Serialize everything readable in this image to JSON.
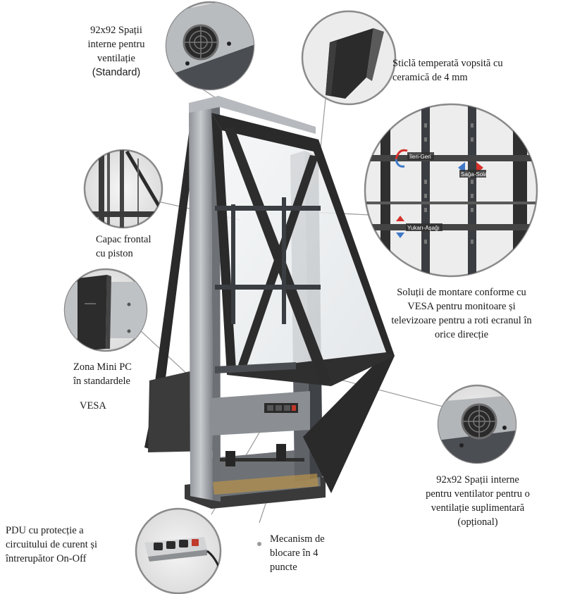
{
  "labels": {
    "fan_top": [
      "92x92 Spații",
      "interne pentru",
      "ventilație",
      "(Standard)"
    ],
    "glass": [
      "Sticlă temperată vopsită cu",
      "ceramică de 4 mm"
    ],
    "front_cover": [
      "Capac frontal",
      "cu piston"
    ],
    "vesa_mount": [
      "Soluții de montare conforme cu",
      "VESA pentru monitoare și",
      "televizoare pentru a roti ecranul în",
      "orice direcție"
    ],
    "mini_pc": [
      "Zona Mini PC",
      "în standardele"
    ],
    "mini_pc_vesa": "VESA",
    "fan_optional": [
      "92x92 Spații interne",
      "pentru ventilator pentru o",
      "ventilație suplimentară",
      "(opțional)"
    ],
    "pdu": [
      "PDU cu protecție a",
      "circuitului de curent și",
      "întrerupător On-Off"
    ],
    "lock": [
      "Mecanism de",
      "blocare în 4",
      "puncte"
    ]
  },
  "mount_tags": {
    "back_forth": "İleri-Geri",
    "left_right": "Sağa-Sola",
    "up_down": "Yukarı-Aşağı"
  },
  "colors": {
    "text": "#1a1a1a",
    "leader": "#9a9a9a",
    "panel_dark": "#2b2b2b",
    "frame_silver": "#a7abb0",
    "arrow_red": "#d6312b",
    "arrow_blue": "#3f78c8"
  }
}
